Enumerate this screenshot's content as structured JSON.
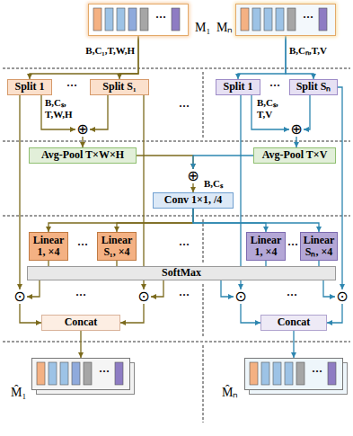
{
  "diagram": {
    "nodes": [
      {
        "text": [
          "···",
          "M₁"
        ]
      },
      {
        "text": [
          "···",
          "Mₙ"
        ]
      },
      {
        "text": [
          "Split 1"
        ]
      },
      {
        "text": [
          "Split S₁"
        ]
      },
      {
        "text": [
          "Split 1"
        ]
      },
      {
        "text": [
          "Split Sₙ"
        ]
      },
      {
        "text": [
          "⊕"
        ]
      },
      {
        "text": [
          "⊕"
        ]
      },
      {
        "text": [
          "Avg-Pool T×W×H"
        ]
      },
      {
        "text": [
          "Avg-Pool T×V"
        ]
      },
      {
        "text": [
          "⊕"
        ]
      },
      {
        "text": [
          "Conv 1×1, /4"
        ]
      },
      {
        "text": [
          "Linear 1, ×4"
        ]
      },
      {
        "text": [
          "Linear S₁, ×4"
        ]
      },
      {
        "text": [
          "Linear 1, ×4"
        ]
      },
      {
        "text": [
          "Linear Sₙ, ×4"
        ]
      },
      {
        "text": [
          "SoftMax"
        ]
      },
      {
        "text": [
          "⊙"
        ]
      },
      {
        "text": [
          "⊙"
        ]
      },
      {
        "text": [
          "⊙"
        ]
      },
      {
        "text": [
          "⊙"
        ]
      },
      {
        "text": [
          "Concat"
        ]
      },
      {
        "text": [
          "Concat"
        ]
      },
      {
        "text": [
          "···",
          "M̂₁"
        ]
      },
      {
        "text": [
          "···",
          "M̂ₙ"
        ]
      }
    ],
    "edges": [
      {
        "from": 0,
        "to": 2,
        "arrow": "to"
      },
      {
        "from": 0,
        "to": 3,
        "arrow": "to"
      },
      {
        "from": 1,
        "to": 4,
        "arrow": "to"
      },
      {
        "from": 1,
        "to": 5,
        "arrow": "to"
      },
      {
        "from": 2,
        "to": 6,
        "arrow": "to"
      },
      {
        "from": 3,
        "to": 6,
        "arrow": "to"
      },
      {
        "from": 4,
        "to": 7,
        "arrow": "to"
      },
      {
        "from": 5,
        "to": 7,
        "arrow": "to"
      },
      {
        "from": 6,
        "to": 8,
        "arrow": "to"
      },
      {
        "from": 7,
        "to": 9,
        "arrow": "to"
      },
      {
        "from": 8,
        "to": 10,
        "arrow": "to"
      },
      {
        "from": 9,
        "to": 10,
        "arrow": "to"
      },
      {
        "from": 10,
        "to": 11,
        "arrow": "to"
      },
      {
        "from": 11,
        "to": 12,
        "arrow": "to"
      },
      {
        "from": 11,
        "to": 13,
        "arrow": "to"
      },
      {
        "from": 11,
        "to": 14,
        "arrow": "to"
      },
      {
        "from": 11,
        "to": 15,
        "arrow": "to"
      },
      {
        "from": 12,
        "to": 16,
        "arrow": "none"
      },
      {
        "from": 13,
        "to": 16,
        "arrow": "none"
      },
      {
        "from": 14,
        "to": 16,
        "arrow": "none"
      },
      {
        "from": 15,
        "to": 16,
        "arrow": "none"
      },
      {
        "from": 16,
        "to": 17,
        "arrow": "to"
      },
      {
        "from": 16,
        "to": 18,
        "arrow": "to"
      },
      {
        "from": 16,
        "to": 19,
        "arrow": "to"
      },
      {
        "from": 16,
        "to": 20,
        "arrow": "to"
      },
      {
        "from": 2,
        "to": 17,
        "arrow": "to"
      },
      {
        "from": 3,
        "to": 18,
        "arrow": "to"
      },
      {
        "from": 4,
        "to": 19,
        "arrow": "to"
      },
      {
        "from": 5,
        "to": 20,
        "arrow": "to"
      },
      {
        "from": 17,
        "to": 21,
        "arrow": "to"
      },
      {
        "from": 18,
        "to": 21,
        "arrow": "to"
      },
      {
        "from": 19,
        "to": 22,
        "arrow": "to"
      },
      {
        "from": 20,
        "to": 22,
        "arrow": "to"
      },
      {
        "from": 21,
        "to": 23,
        "arrow": "to"
      },
      {
        "from": 22,
        "to": 24,
        "arrow": "to"
      }
    ],
    "labels": [
      "B,C₁,T,W,H",
      "B,Cₙ,T,V",
      "B,Cₛ, T,W,H",
      "B,Cₛ, T,V",
      "B,Cₛ",
      "···",
      "···",
      "···",
      "···",
      "···",
      "···",
      "···",
      "···",
      "···"
    ]
  }
}
